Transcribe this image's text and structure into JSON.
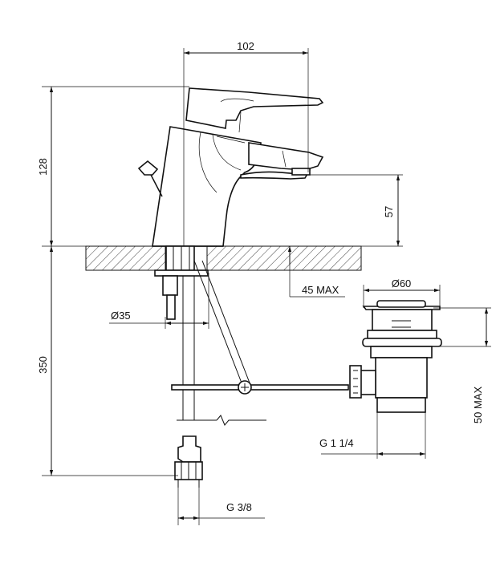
{
  "drawing": {
    "dimensions": {
      "spout_reach": "102",
      "total_height": "128",
      "spout_height": "57",
      "below_deck": "350",
      "deck_thickness": "45 MAX",
      "waste_diameter": "Ø60",
      "waste_height": "50 MAX",
      "waste_thread": "G 1 1/4",
      "shank_diameter": "Ø35",
      "inlet_thread": "G 3/8"
    },
    "colors": {
      "line": "#111111",
      "background": "#ffffff"
    }
  }
}
